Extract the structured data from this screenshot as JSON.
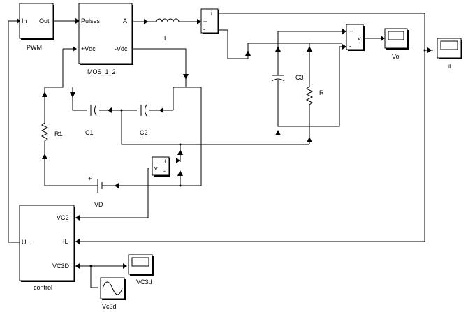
{
  "blocks": {
    "pwm": {
      "in_port": "In",
      "out_port": "Out",
      "label": "PWM"
    },
    "mos": {
      "pulses_port": "Pulses",
      "a_port": "A",
      "vdc_plus_port": "+Vdc",
      "vdc_minus_port": "-Vdc",
      "label": "MOS_1_2"
    },
    "inductor": {
      "label": "L"
    },
    "current_meter": {
      "i_port": "i",
      "plus_port": "+",
      "minus_port": "-"
    },
    "voltage_meter_vo": {
      "plus_port": "+",
      "v_port": "v",
      "minus_port": "-"
    },
    "scope_vo": {
      "label": "Vo"
    },
    "scope_il": {
      "label": "iL"
    },
    "c1": {
      "label": "C1"
    },
    "c2": {
      "label": "C2"
    },
    "c3": {
      "label": "C3"
    },
    "r": {
      "label": "R"
    },
    "r1": {
      "label": "R1"
    },
    "vd": {
      "label": "VD",
      "plus_sign": "+"
    },
    "voltage_meter_vc": {
      "v_port": "v",
      "plus_port": "+",
      "minus_port": "-"
    },
    "control": {
      "uu_port": "Uu",
      "vc2_port": "VC2",
      "il_port": "IL",
      "vc3d_port": "VC3D",
      "label": "control"
    },
    "scope_vc3d": {
      "label": "VC3d"
    },
    "sine_vc3d": {
      "label": "Vc3d"
    }
  }
}
